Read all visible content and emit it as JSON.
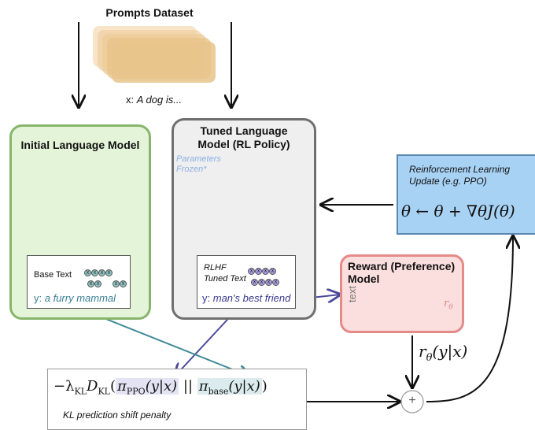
{
  "dataset": {
    "title": "Prompts Dataset",
    "prompt_prefix": "x: ",
    "prompt_text": "A dog is..."
  },
  "initial_lm": {
    "title": "Initial Language Model",
    "base_text_label": "Base Text",
    "output_prefix": "y: ",
    "output_text": "a furry mammal"
  },
  "tuned_lm": {
    "title_line1": "Tuned Language",
    "title_line2": "Model (RL Policy)",
    "frozen_line1": "Parameters",
    "frozen_line2": "Frozen*",
    "rlhf_label": "RLHF",
    "tuned_text_label": "Tuned Text",
    "output_prefix": "y: ",
    "output_text": "man's best friend"
  },
  "reward_model": {
    "title_line1": "Reward (Preference)",
    "title_line2": "Model",
    "input_label": "text",
    "output_symbol": "r",
    "output_sub": "θ"
  },
  "reward_signal": {
    "symbol": "r",
    "sub": "θ",
    "args": "(y|x)"
  },
  "rl_update": {
    "line1": "Reinforcement Learning",
    "line2": "Update (e.g. PPO)",
    "equation": "θ ← θ + ∇θJ(θ)"
  },
  "kl_penalty": {
    "prefix": "−λ",
    "lambda_sub": "KL",
    "d": "D",
    "d_sub": "KL",
    "open": "(",
    "pi": "π",
    "ppo_sub": "PPO",
    "ppo_args": "(y|x)",
    "sep": "||",
    "base_sub": "base",
    "base_args": "(y|x)",
    "close": ")",
    "caption": "KL prediction shift penalty"
  },
  "sum_node": {
    "symbol": "+"
  },
  "chip_glyph": "X",
  "colors": {
    "init_fill": "#e4f4d8",
    "init_border": "#86b66a",
    "tuned_fill": "#efefef",
    "tuned_border": "#6f6f6f",
    "reward_fill": "#fbdede",
    "reward_border": "#e48a88",
    "rl_fill": "#a8d2f4",
    "node_blue": "#7ea6e0",
    "node_green": "#8dd26a",
    "node_yellow": "#ffd84a",
    "node_gray": "#9a9a9a",
    "node_red": "#ee9a9a",
    "arrow_purple": "#4a4a9a",
    "arrow_teal": "#3f8a96",
    "frozen_text": "#8ab0e6",
    "output_teal": "#3a7f95",
    "output_navy": "#3a3a8f"
  }
}
